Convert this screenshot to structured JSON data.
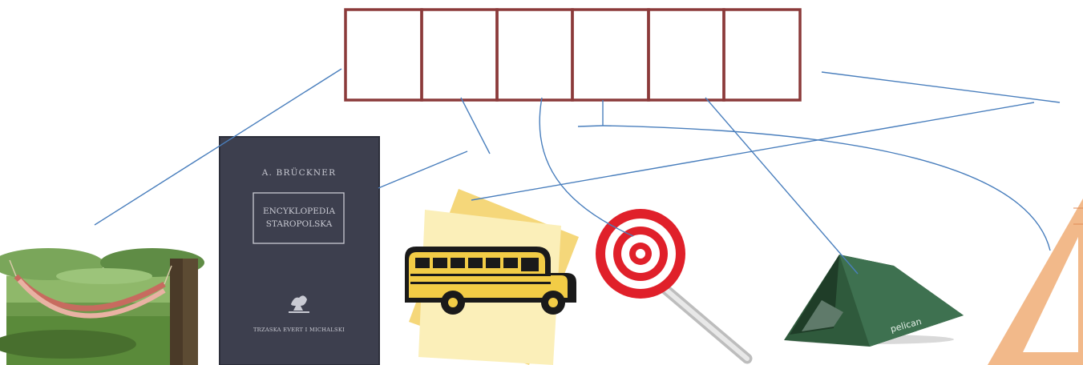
{
  "book": {
    "author": "A. BRÜCKNER",
    "title_line1": "ENCYKLOPEDIA",
    "title_line2": "STAROPOLSKA",
    "publisher": "TRZASKA EVERT I MICHALSKI"
  },
  "tent_brand": "pelican",
  "colors": {
    "grid_stroke": "#8b3a3a",
    "connector": "#4a7fbd",
    "book_cover": "#3d3f4e",
    "book_text": "#c9cad3",
    "bus_yellow": "#f2cc46",
    "paper_yellow": "#f5d77a",
    "lollipop_red": "#e0202a",
    "tent_green": "#2f5a3c",
    "ruler_orange": "#f2b98a"
  },
  "icons": [
    "hammock-photo",
    "book-cover",
    "school-bus-icon",
    "lollipop-icon",
    "tent-icon",
    "set-square-icon"
  ]
}
